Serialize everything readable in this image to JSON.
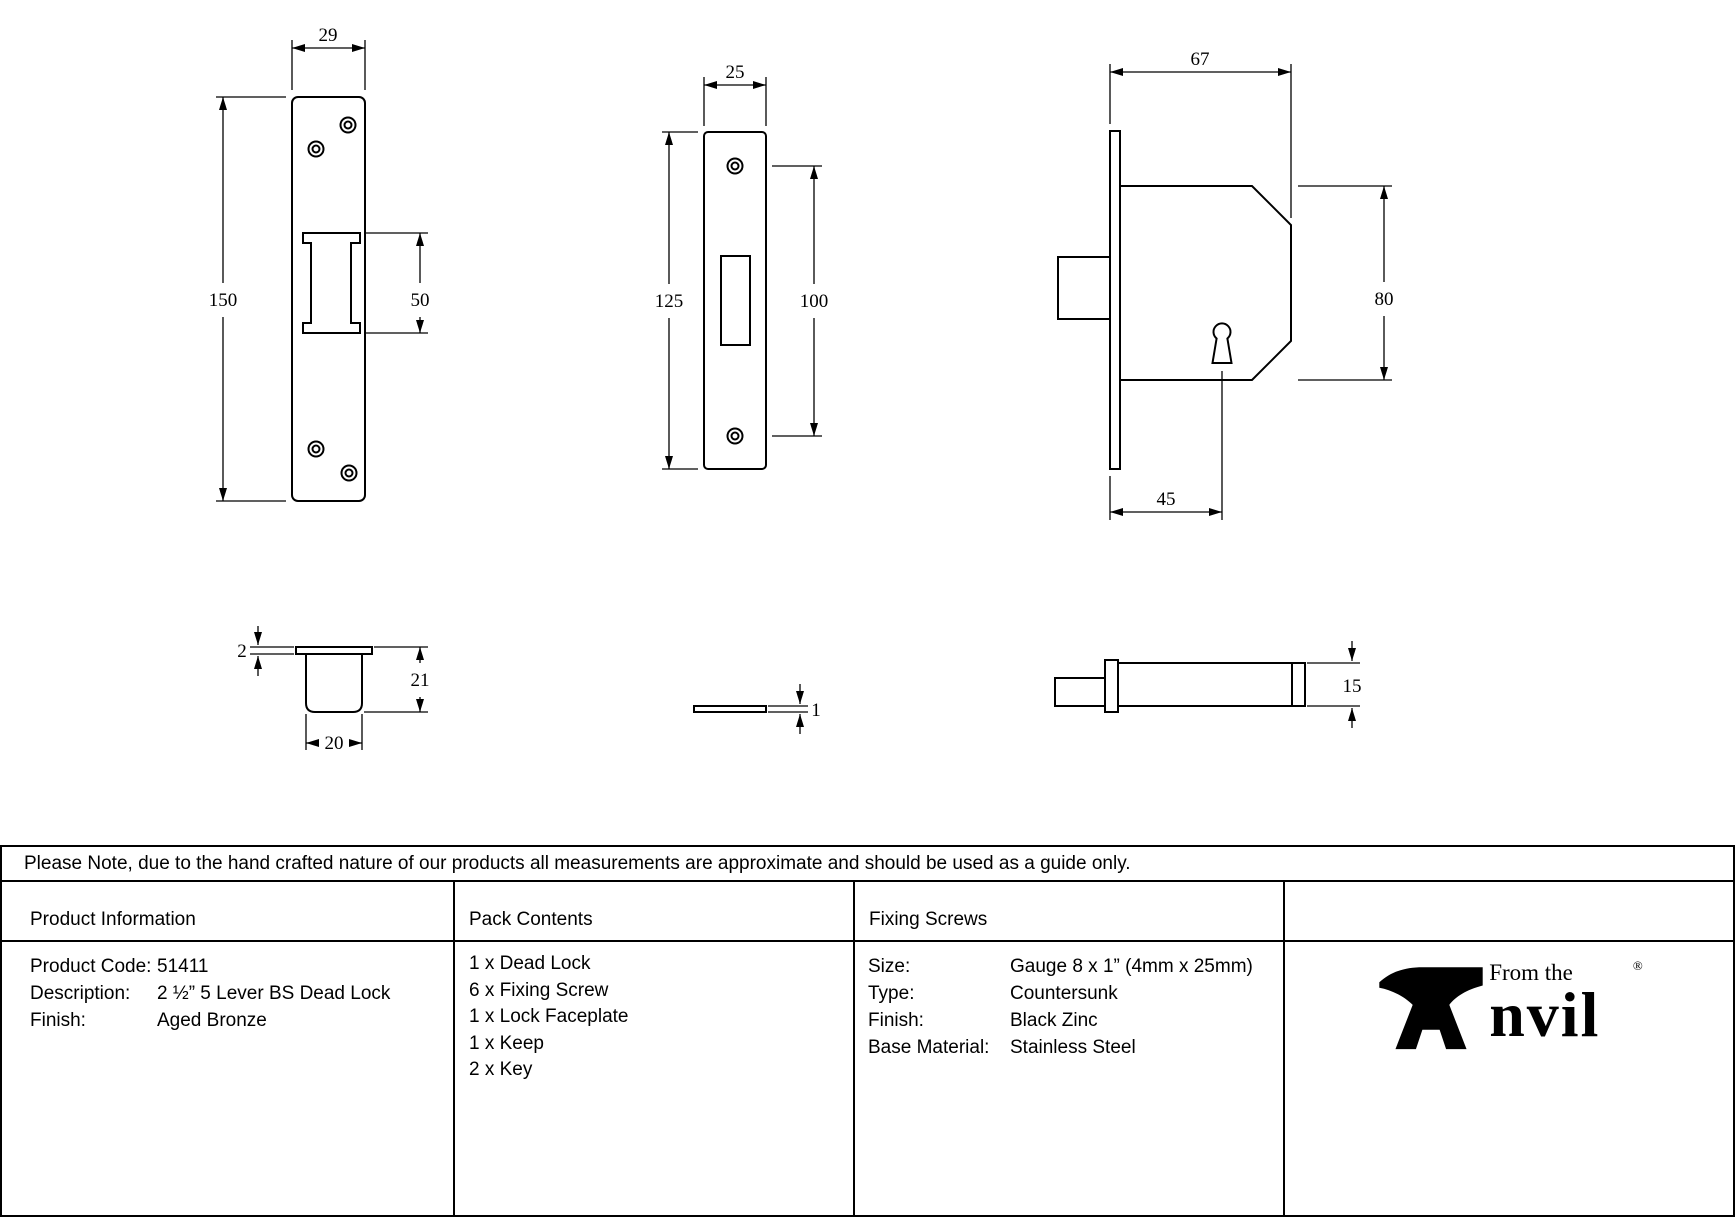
{
  "note": "Please Note, due to the hand crafted nature of our products all measurements are approximate and should be used as a guide only.",
  "drawings": {
    "keep_front": {
      "width": "29",
      "height": "150",
      "cutout_height": "50"
    },
    "faceplate_front": {
      "width": "25",
      "height": "125",
      "hole_spacing": "100"
    },
    "lock_body": {
      "depth": "67",
      "height": "80",
      "backset": "45"
    },
    "keep_section": {
      "flange": "2",
      "height": "21",
      "width": "20"
    },
    "faceplate_side": {
      "thickness": "1"
    },
    "bolt_side": {
      "height": "15"
    }
  },
  "table": {
    "product_information": {
      "header": "Product Information",
      "rows": [
        {
          "label": "Product Code:",
          "value": "51411"
        },
        {
          "label": "Description:",
          "value": "2 ½” 5 Lever BS Dead Lock"
        },
        {
          "label": "Finish:",
          "value": "Aged Bronze"
        }
      ]
    },
    "pack_contents": {
      "header": "Pack Contents",
      "items": [
        "1 x Dead Lock",
        "6 x Fixing Screw",
        "1 x Lock Faceplate",
        "1 x Keep",
        "2 x Key"
      ]
    },
    "fixing_screws": {
      "header": "Fixing Screws",
      "rows": [
        {
          "label": "Size:",
          "value": "Gauge 8 x 1” (4mm x 25mm)"
        },
        {
          "label": "Type:",
          "value": "Countersunk"
        },
        {
          "label": "Finish:",
          "value": "Black Zinc"
        },
        {
          "label": "Base Material:",
          "value": "Stainless Steel"
        }
      ]
    }
  },
  "logo": {
    "tagline": "From the",
    "brand": "nvil",
    "registered": "®"
  }
}
